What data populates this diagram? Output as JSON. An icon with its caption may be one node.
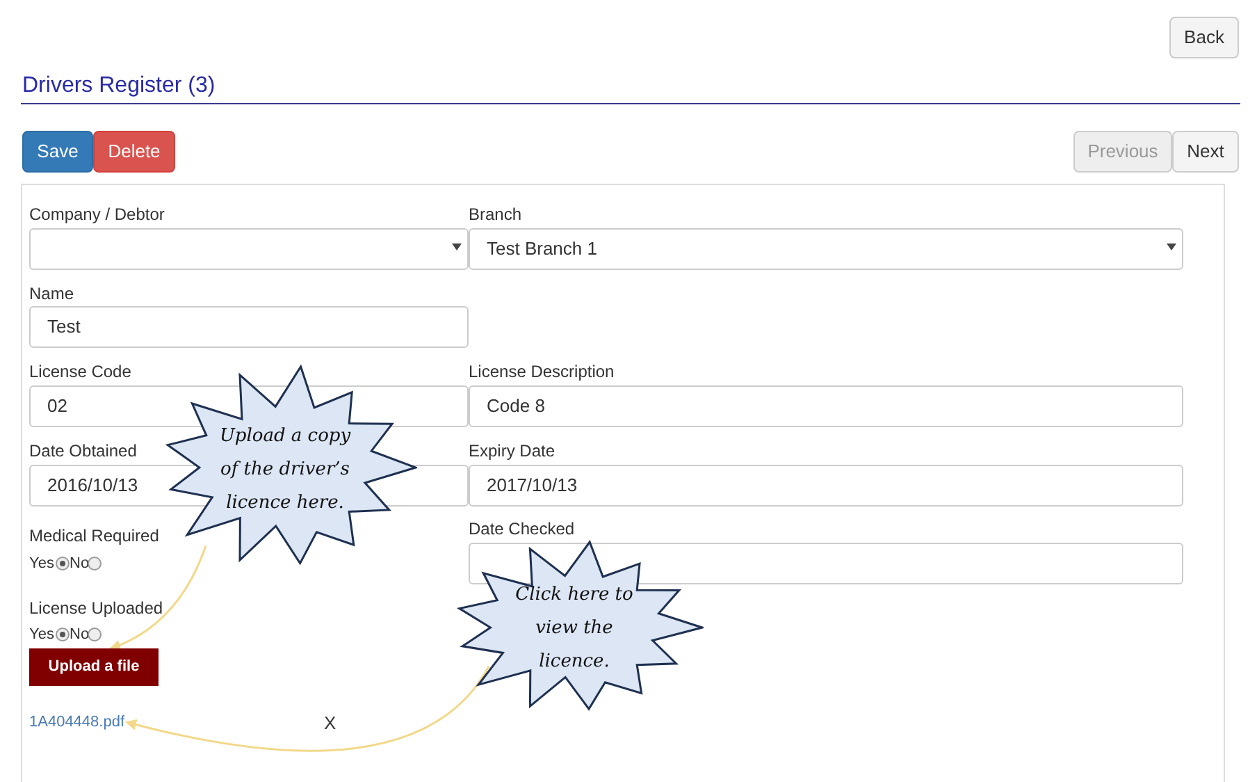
{
  "diagram": {
    "nodes": [
      {
        "text": [
          "Upload a copy of the driver’s licence here."
        ]
      },
      {
        "text": [
          "Click here to view the licence."
        ]
      },
      {
        "text": [
          "Upload a file"
        ]
      },
      {
        "text": [
          "1A404448.pdf"
        ]
      }
    ],
    "edges": [
      {
        "from": 0,
        "to": 2,
        "arrow": "to",
        "color": "#f2d88a"
      },
      {
        "from": 1,
        "to": 3,
        "arrow": "to",
        "color": "#f2d88a"
      }
    ],
    "labels": [
      "Back",
      "Drivers Register (3)",
      "Save",
      "Delete",
      "Previous",
      "Next",
      "Company / Debtor",
      "Branch",
      "Test Branch 1",
      "Name",
      "Test",
      "License Code",
      "02",
      "License Description",
      "Code 8",
      "Date Obtained",
      "2016/10/13",
      "Expiry Date",
      "2017/10/13",
      "Medical Required",
      "Date Checked",
      "Yes",
      "No",
      "License Uploaded",
      "Yes",
      "No",
      "X"
    ]
  }
}
